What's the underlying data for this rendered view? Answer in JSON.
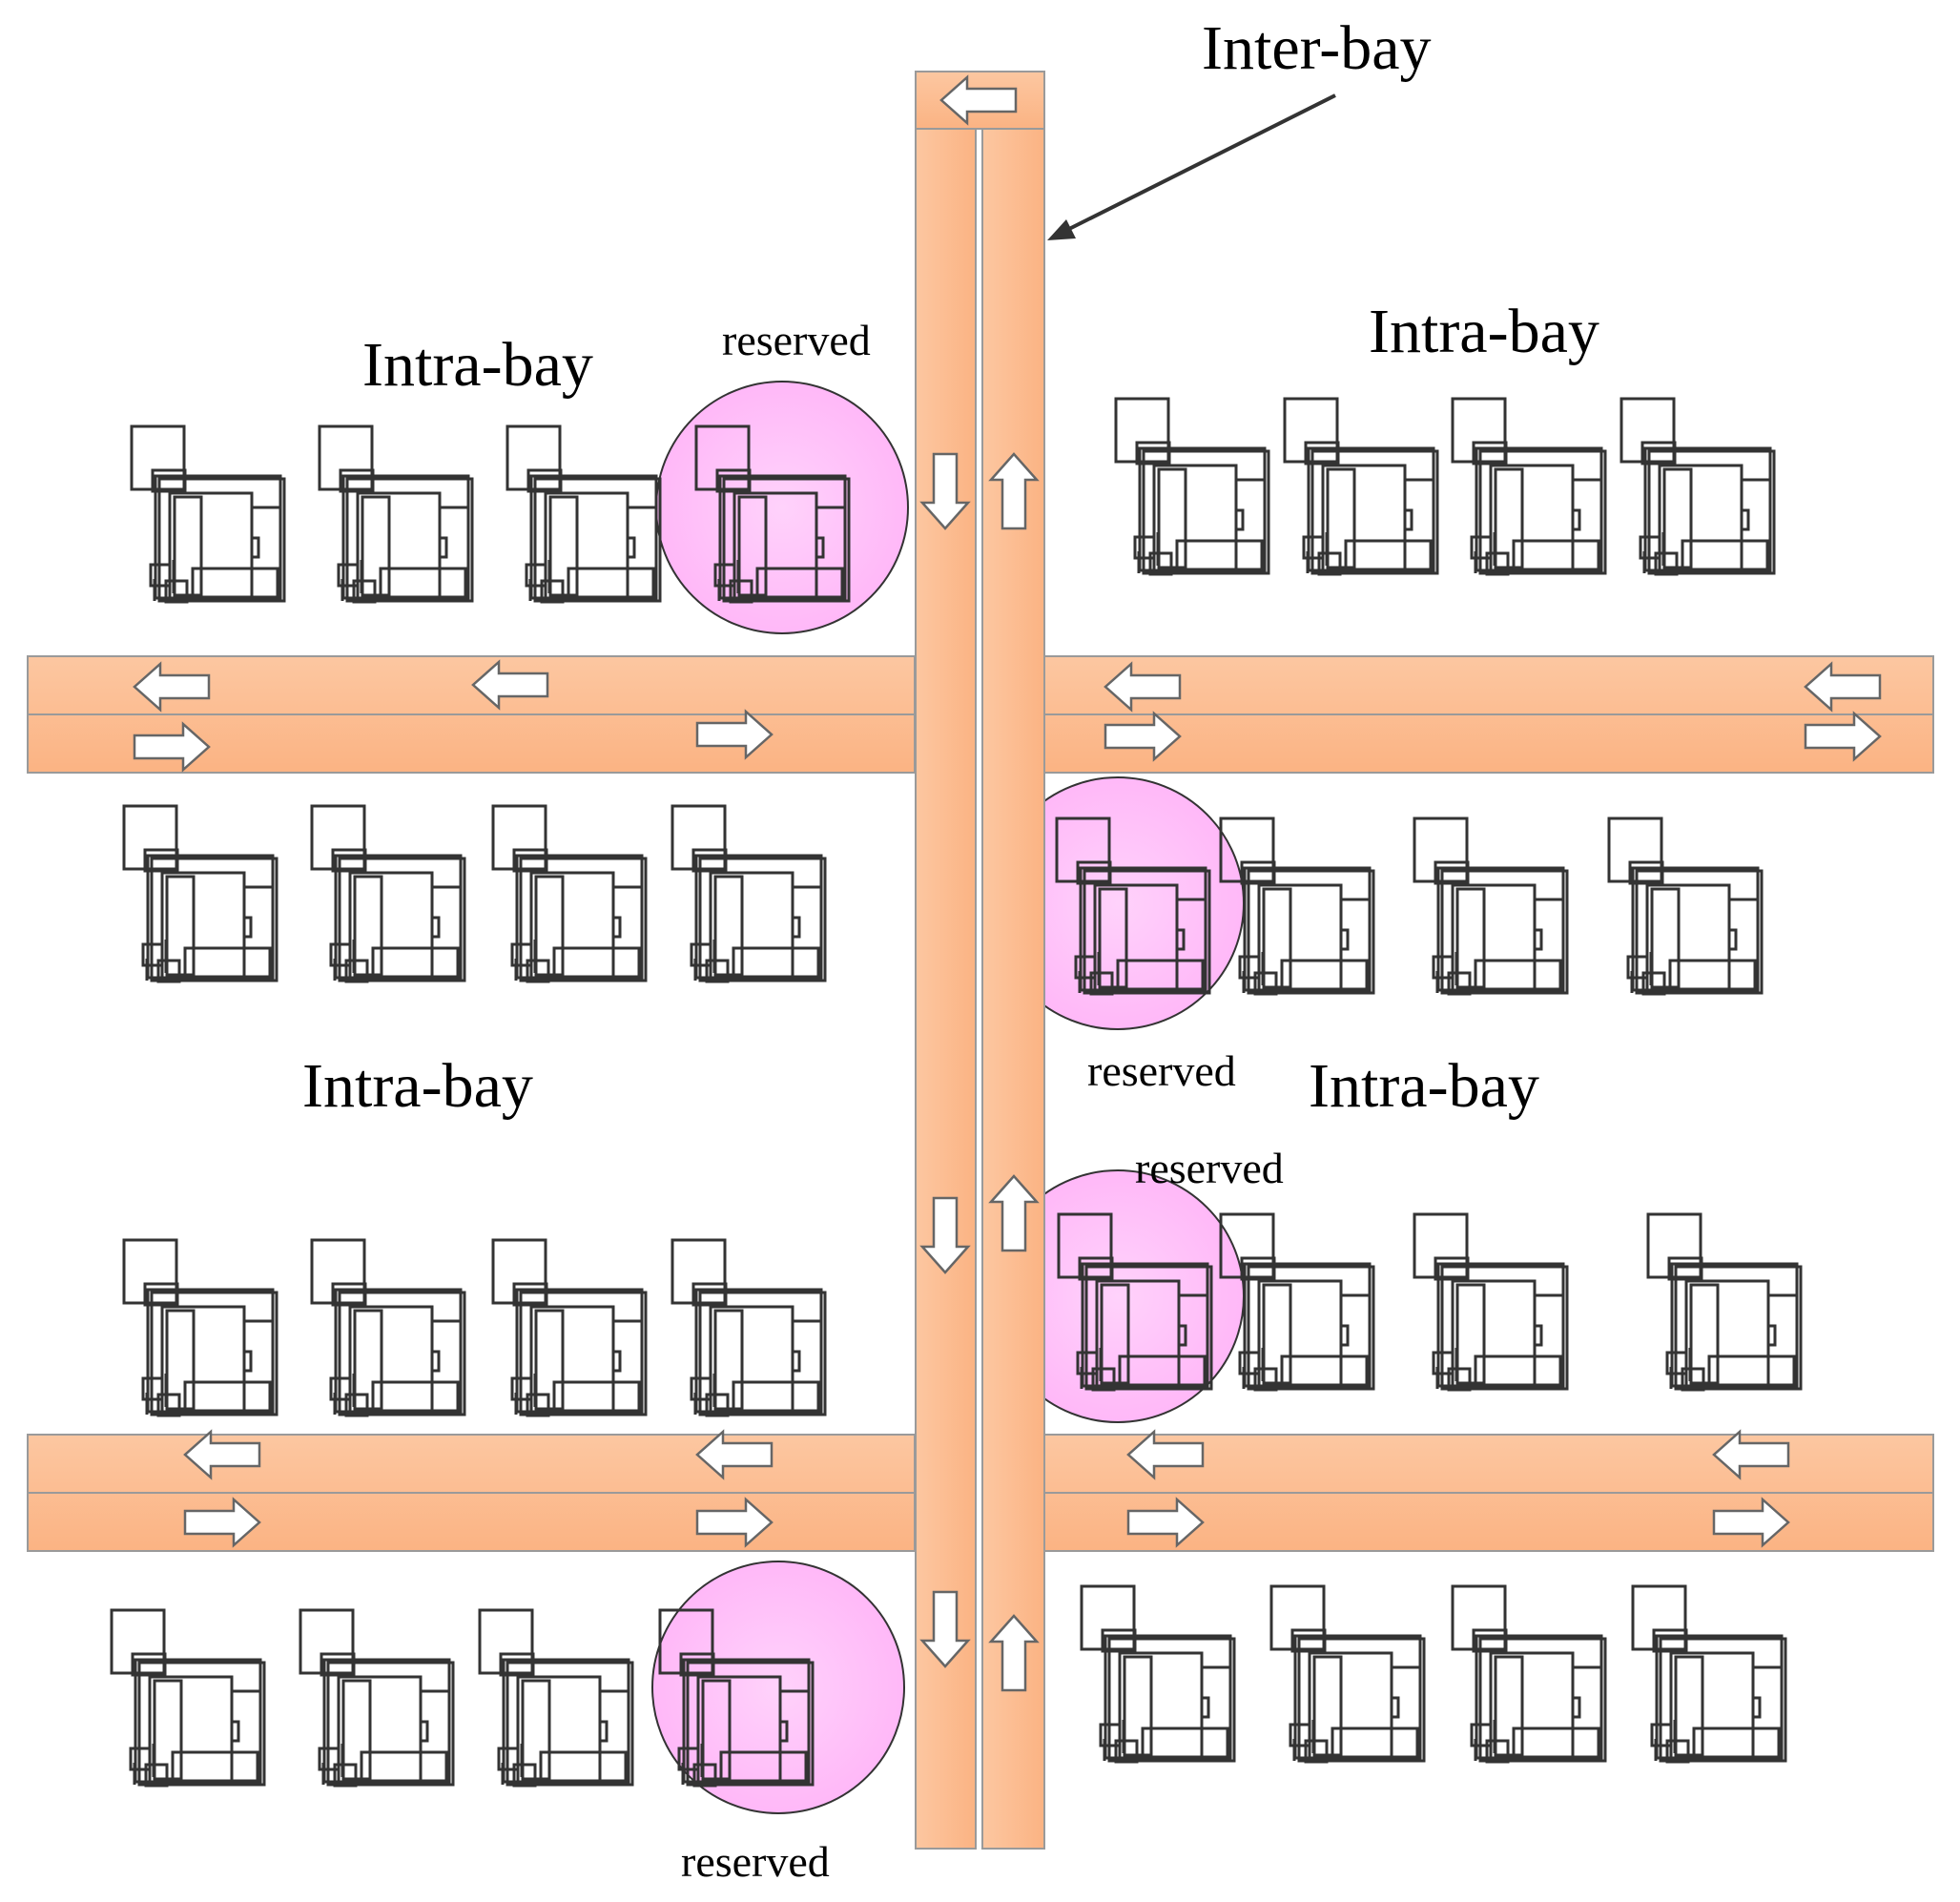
{
  "labels": {
    "inter_bay": "Inter-bay",
    "intra_bay_top_left": "Intra-bay",
    "intra_bay_top_right": "Intra-bay",
    "intra_bay_bottom_left": "Intra-bay",
    "intra_bay_bottom_right": "Intra-bay",
    "reserved_top_left": "reserved",
    "reserved_mid_right": "reserved",
    "reserved_lower_right": "reserved",
    "reserved_bottom_left": "reserved"
  },
  "colors": {
    "track_fill": "#FBB383",
    "track_fill_light": "#FCC7A1",
    "reserved_fill": "#FFC4FA",
    "reserved_stroke": "#333333",
    "machine_amber": "#FFC000",
    "machine_gray": "#A6A6A6",
    "machine_sage": "#D0DCB8",
    "machine_yellow": "#FFFF00",
    "machine_white": "#FFFFFF",
    "machine_orange": "#E36C09",
    "machine_blue": "#8EA9DB"
  },
  "machine_groups": [
    {
      "name": "top-left",
      "color": "#FFC000",
      "count": 4
    },
    {
      "name": "top-right",
      "color": "#A6A6A6",
      "count": 4
    },
    {
      "name": "middle-left",
      "color": "#D0DCB8",
      "count": 4
    },
    {
      "name": "middle-right",
      "color": "#FFFF00",
      "count": 4
    },
    {
      "name": "lower-left",
      "color": "#FFFFFF",
      "count": 4
    },
    {
      "name": "lower-right",
      "color": "#FFFFFF",
      "count": 4
    },
    {
      "name": "bottom-left",
      "color": "#E36C09",
      "count": 4
    },
    {
      "name": "bottom-right",
      "color": "#8EA9DB",
      "count": 4
    }
  ]
}
